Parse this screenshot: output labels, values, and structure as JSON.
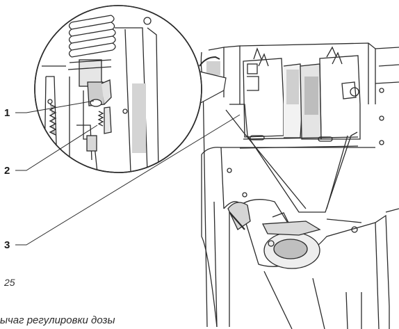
{
  "callouts": {
    "one": "1",
    "two": "2",
    "three": "3"
  },
  "figure_number": "25",
  "caption": "ычаг регулировки дозы",
  "colors": {
    "line": "#2b2b2b",
    "shade": "#b8b8b8",
    "dark": "#5a5a5a",
    "background": "#ffffff"
  }
}
